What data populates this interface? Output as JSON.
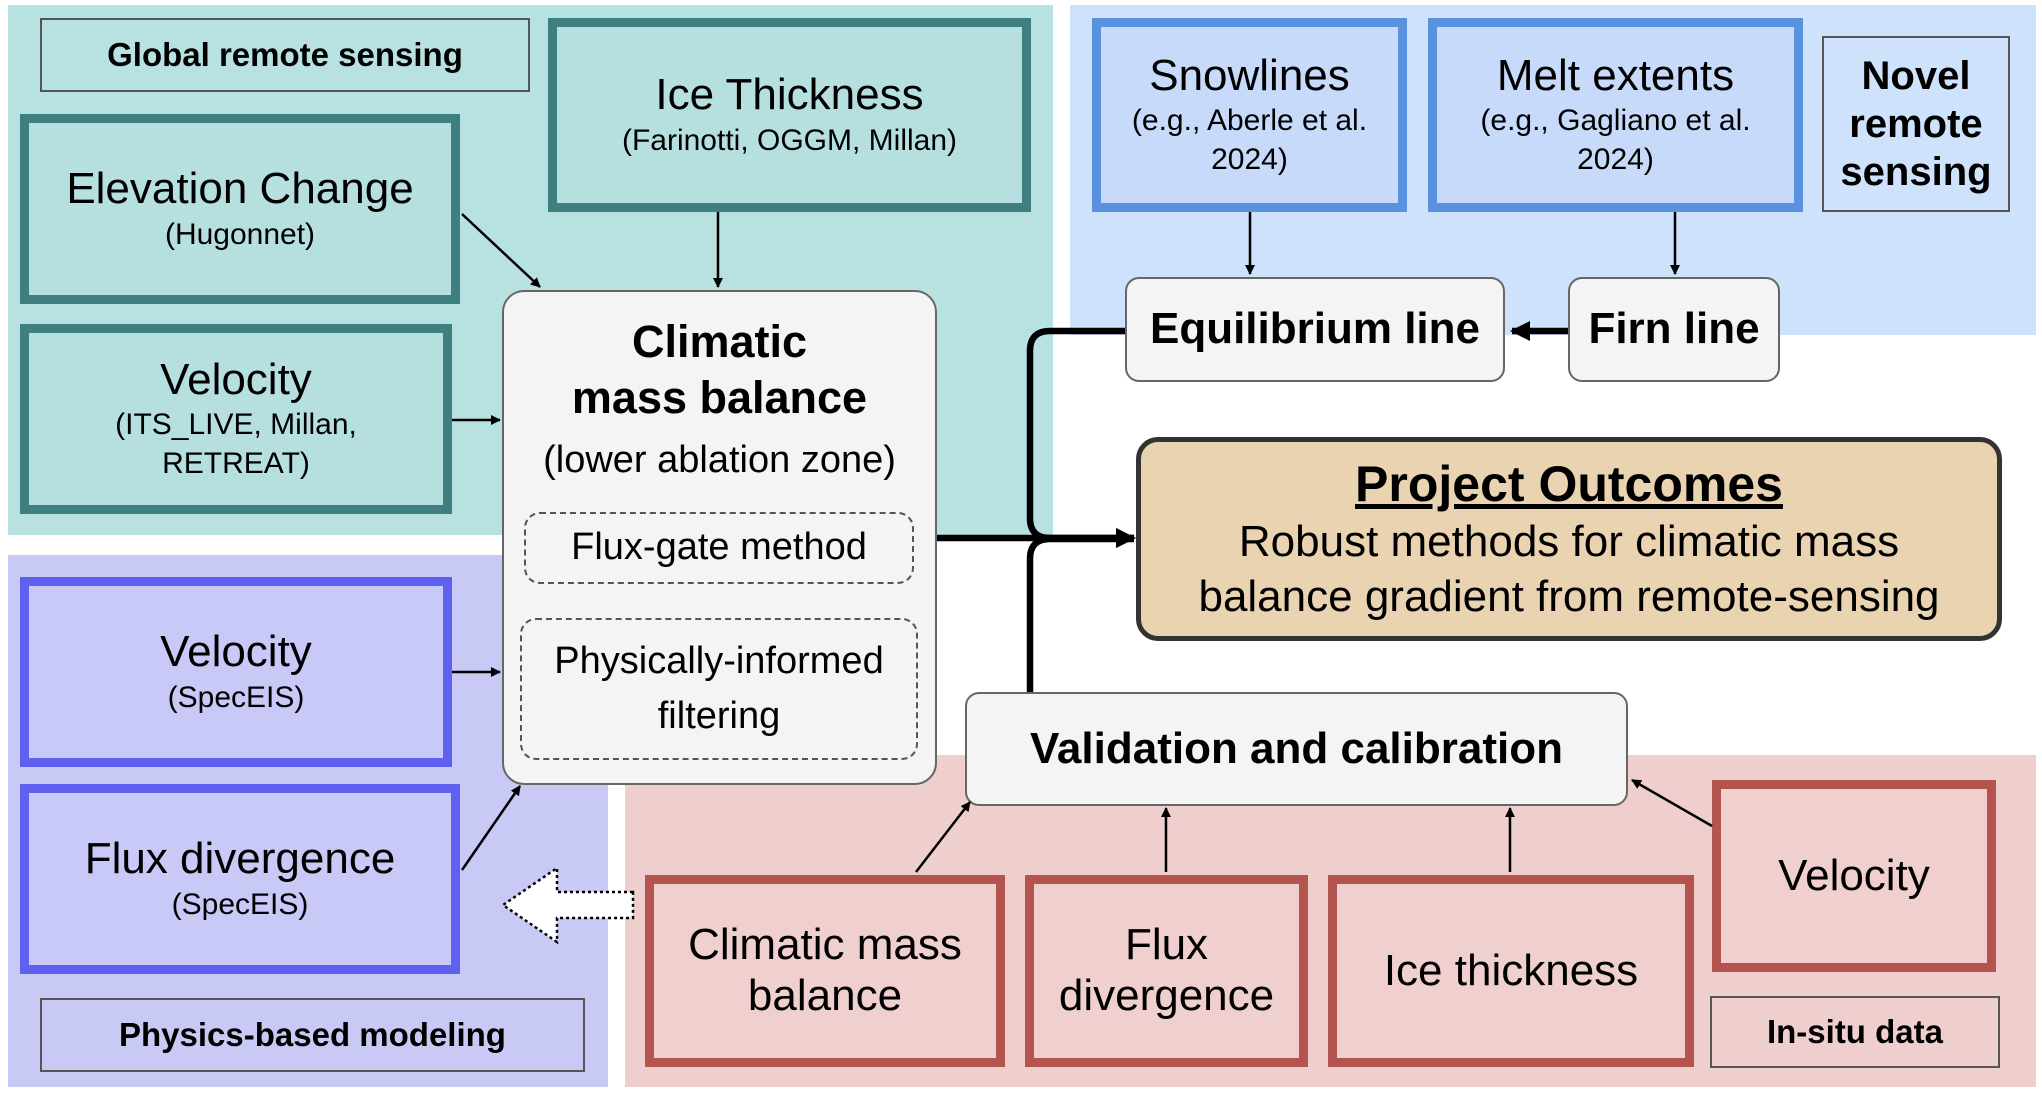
{
  "regions": {
    "global": {
      "label": "Global remote sensing",
      "color": "#b8e2e2"
    },
    "novel": {
      "label": "Novel remote sensing",
      "color": "#cfe2fb"
    },
    "physics": {
      "label": "Physics-based modeling",
      "color": "#c9c9f6"
    },
    "insitu": {
      "label": "In-situ data",
      "color": "#efcfcd"
    }
  },
  "global_boxes": {
    "elevation": {
      "title": "Elevation Change",
      "sub": "(Hugonnet)"
    },
    "ice_thickness": {
      "title": "Ice Thickness",
      "sub": "(Farinotti, OGGM, Millan)"
    },
    "velocity": {
      "title": "Velocity",
      "sub": "(ITS_LIVE, Millan, RETREAT)"
    }
  },
  "novel_boxes": {
    "snowlines": {
      "title": "Snowlines",
      "sub": "(e.g., Aberle et al. 2024)"
    },
    "melt": {
      "title": "Melt extents",
      "sub": "(e.g., Gagliano et al. 2024)"
    },
    "equilibrium": "Equilibrium line",
    "firn": "Firn line"
  },
  "physics_boxes": {
    "velocity": {
      "title": "Velocity",
      "sub": "(SpecEIS)"
    },
    "flux": {
      "title": "Flux divergence",
      "sub": "(SpecEIS)"
    }
  },
  "cmb": {
    "title": "Climatic mass balance",
    "sub": "(lower ablation zone)",
    "method1": "Flux-gate method",
    "method2": "Physically-informed filtering"
  },
  "outcomes": {
    "title": "Project Outcomes",
    "body": "Robust methods for climatic mass balance gradient from remote-sensing",
    "color": "#e9d3b0"
  },
  "validation": "Validation and calibration",
  "insitu_boxes": {
    "cmb": "Climatic mass balance",
    "flux": "Flux divergence",
    "ice": "Ice thickness",
    "velocity": "Velocity"
  }
}
